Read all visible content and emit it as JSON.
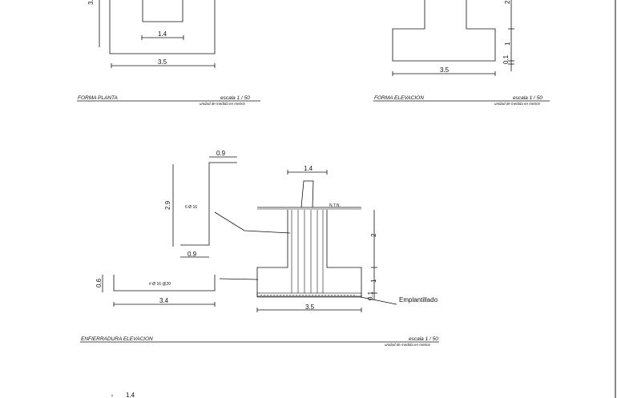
{
  "drawing": {
    "forma_planta": {
      "title": "FORMA PLANTA",
      "scale": "escala 1 / 50",
      "units": "unidad de medida en metros",
      "dim_inner": "1.4",
      "dim_outer": "3.5",
      "dim_side_partial": "3."
    },
    "forma_elevacion": {
      "title": "FORMA ELEVACION",
      "scale": "escala 1 / 50",
      "units": "unidad de medida en metros",
      "dim_width": "3.5",
      "dim_base_h": "1",
      "dim_blinding": "0.1",
      "dim_top_partial": "2"
    },
    "bar_detail": {
      "dim_top": "0.9",
      "dim_height": "2.9",
      "dim_bottom": "0.9",
      "bar_label": "6 Ø 16"
    },
    "mat_detail": {
      "dim_height": "0.6",
      "dim_length": "3.4",
      "mat_label": "# Ø 16 @20"
    },
    "enfierradura": {
      "title": "ENFIERRADURA ELEVACION",
      "scale": "escala 1 / 50",
      "units": "unidad de medida en metros",
      "dim_column": "1.4",
      "ntn_label": "N.T.N.",
      "dim_upper": "2",
      "dim_base": "1",
      "dim_blinding": "0.1",
      "dim_width": "3.5",
      "blinding_label": "Emplantillado"
    },
    "bottom_partial": {
      "dim": "1.4"
    }
  }
}
